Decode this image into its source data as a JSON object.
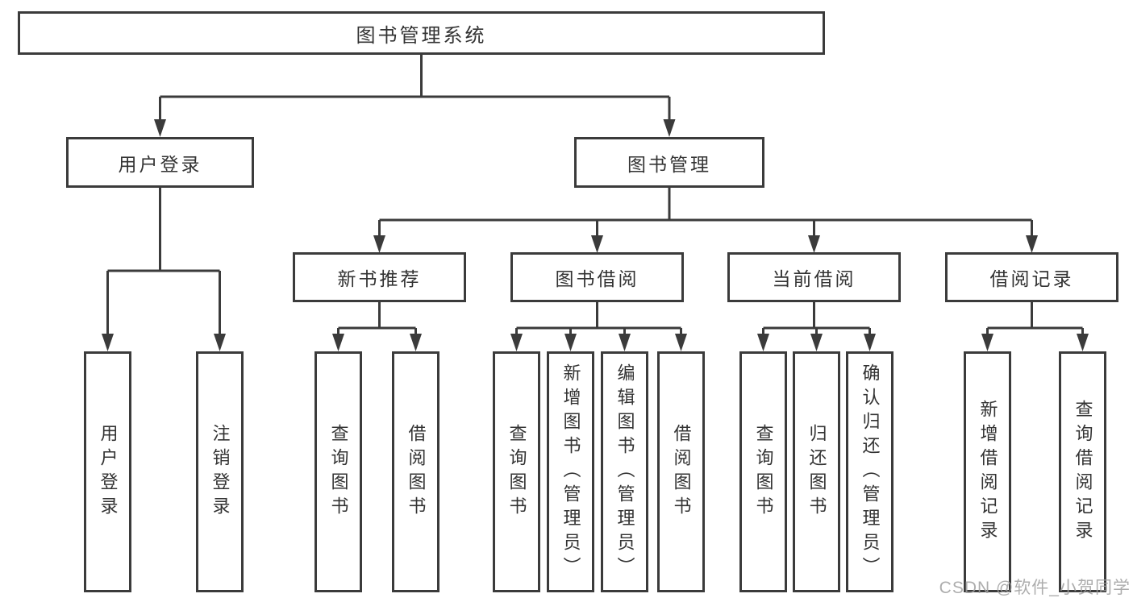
{
  "nodes": {
    "root": {
      "label": "图书管理系统"
    },
    "user_login": {
      "label": "用户登录"
    },
    "book_mgmt": {
      "label": "图书管理"
    },
    "new_book_rec": {
      "label": "新书推荐"
    },
    "book_borrow": {
      "label": "图书借阅"
    },
    "current_borrow": {
      "label": "当前借阅"
    },
    "borrow_record": {
      "label": "借阅记录"
    },
    "leaf_user_login": {
      "label": "用户登录"
    },
    "leaf_logout": {
      "label": "注销登录"
    },
    "leaf_query_book_rec": {
      "label": "查询图书"
    },
    "leaf_borrow_book_rec": {
      "label": "借阅图书"
    },
    "leaf_query_book_borrow": {
      "label": "查询图书"
    },
    "leaf_add_book_admin": {
      "label": "新增图书（管理员）"
    },
    "leaf_edit_book_admin": {
      "label": "编辑图书（管理员）"
    },
    "leaf_borrow_book_borrow": {
      "label": "借阅图书"
    },
    "leaf_query_book_current": {
      "label": "查询图书"
    },
    "leaf_return_book": {
      "label": "归还图书"
    },
    "leaf_confirm_return_admin": {
      "label": "确认归还（管理员）"
    },
    "leaf_add_borrow_record": {
      "label": "新增借阅记录"
    },
    "leaf_query_borrow_record": {
      "label": "查询借阅记录"
    }
  },
  "hierarchy": {
    "图书管理系统": {
      "用户登录": [
        "用户登录",
        "注销登录"
      ],
      "图书管理": {
        "新书推荐": [
          "查询图书",
          "借阅图书"
        ],
        "图书借阅": [
          "查询图书",
          "新增图书（管理员）",
          "编辑图书（管理员）",
          "借阅图书"
        ],
        "当前借阅": [
          "查询图书",
          "归还图书",
          "确认归还（管理员）"
        ],
        "借阅记录": [
          "新增借阅记录",
          "查询借阅记录"
        ]
      }
    }
  },
  "watermark": {
    "text": "CSDN @软件_小贺同学"
  },
  "colors": {
    "line": "#3b3b3b",
    "text": "#333333",
    "watermark": "#9f9f9f",
    "background": "#ffffff"
  }
}
